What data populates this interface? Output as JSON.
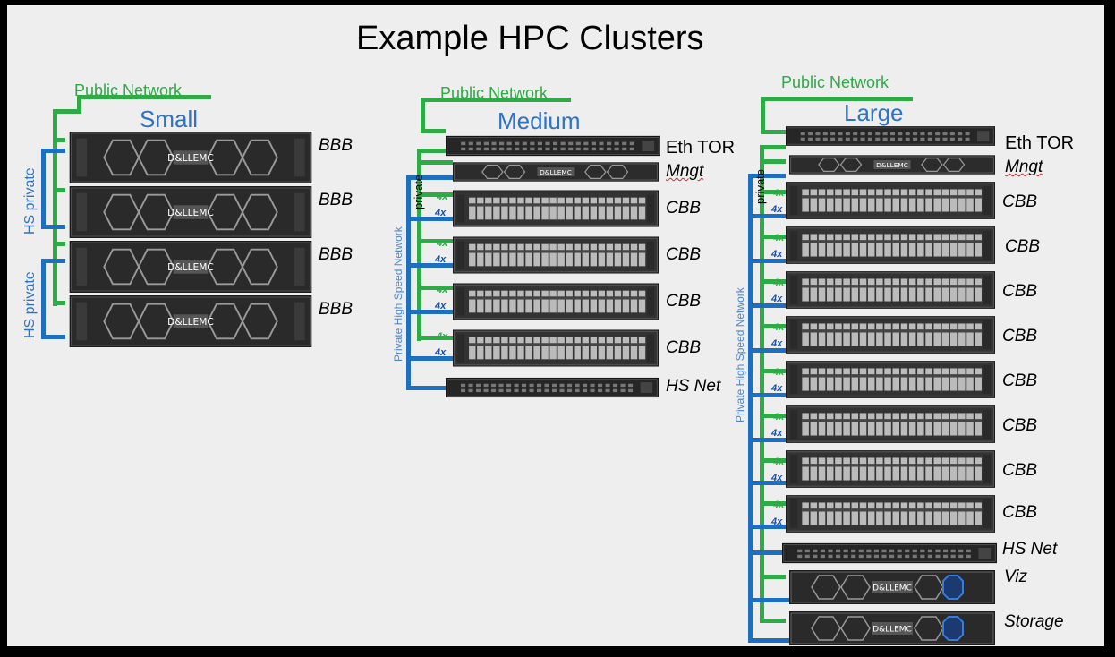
{
  "title": "Example HPC Clusters",
  "small": {
    "public_network": "Public Network",
    "size": "Small",
    "hs_private_1": "HS private",
    "hs_private_2": "HS private",
    "nodes": [
      "BBB",
      "BBB",
      "BBB",
      "BBB"
    ]
  },
  "medium": {
    "public_network": "Public Network",
    "size": "Medium",
    "eth_tor": "Eth TOR",
    "mngt": "Mngt",
    "private": "private",
    "private_hs_network": "Private High Speed Network",
    "cbb": [
      "CBB",
      "CBB",
      "CBB",
      "CBB"
    ],
    "link_multiplier": "4x",
    "hs_net": "HS Net"
  },
  "large": {
    "public_network": "Public Network",
    "size": "Large",
    "eth_tor": "Eth TOR",
    "mngt": "Mngt",
    "private": "private",
    "private_hs_network": "Private High Speed Network",
    "cbb": [
      "CBB",
      "CBB",
      "CBB",
      "CBB",
      "CBB",
      "CBB",
      "CBB",
      "CBB"
    ],
    "link_multiplier": "4x",
    "hs_net": "HS Net",
    "viz": "Viz",
    "storage": "Storage"
  },
  "brand": "D&LLEMC",
  "colors": {
    "public_network": "#2eaa46",
    "high_speed_network": "#1f6fc0",
    "size_label": "#2f73c6",
    "background": "#eeeeee"
  }
}
